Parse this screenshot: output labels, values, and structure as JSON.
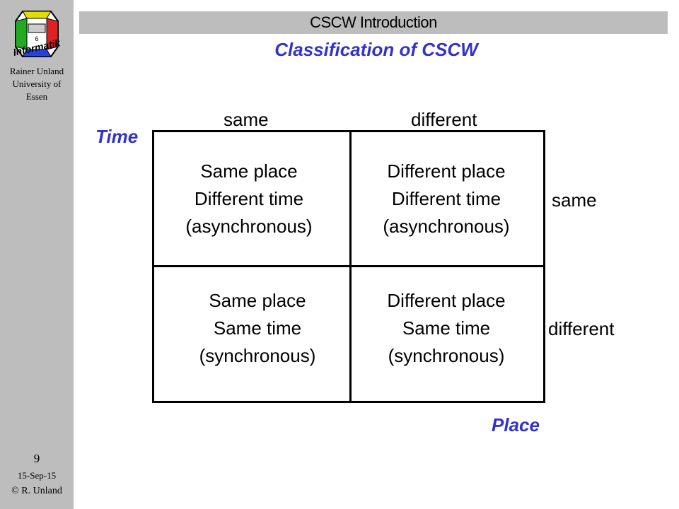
{
  "sidebar": {
    "logo_text": "Informatik",
    "logo_number": "6",
    "author_lines": [
      "Rainer Unland",
      "University of",
      "Essen"
    ],
    "page_number": "9",
    "date": "15-Sep-15",
    "copyright": "© R. Unland"
  },
  "header": {
    "title": "CSCW Introduction"
  },
  "slide": {
    "title": "Classification of CSCW",
    "time_label": "Time",
    "place_label": "Place",
    "columns": [
      "same",
      "different"
    ],
    "rows": [
      "same",
      "different"
    ],
    "cells": [
      [
        [
          "Same place",
          "Different time",
          "(asynchronous)"
        ],
        [
          "Different place",
          "Different time",
          "(asynchronous)"
        ]
      ],
      [
        [
          "Same place",
          "Same time",
          "(synchronous)"
        ],
        [
          "Different place",
          "Same time",
          "(synchronous)"
        ]
      ]
    ]
  },
  "colors": {
    "accent": "#3333cc",
    "sidebar": "#bdbdbd"
  }
}
